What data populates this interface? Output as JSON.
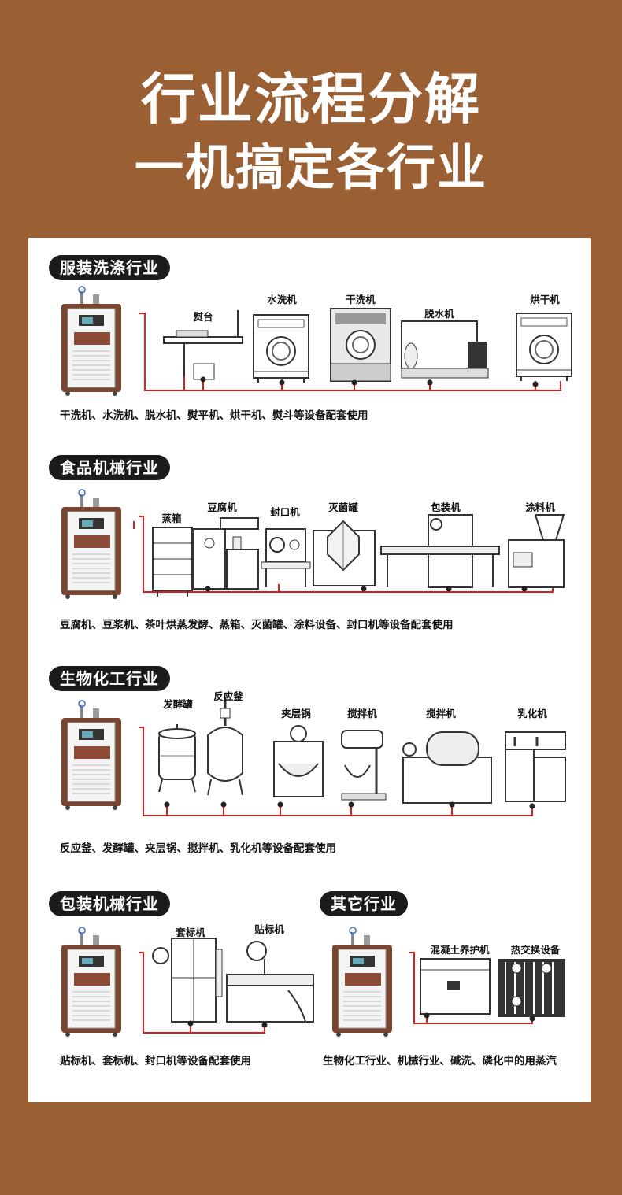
{
  "header": {
    "title": "行业流程分解",
    "subtitle": "一机搞定各行业"
  },
  "sections": {
    "laundry": {
      "title": "服装洗涤行业",
      "machines": [
        "熨台",
        "水洗机",
        "干洗机",
        "脱水机",
        "烘干机"
      ],
      "note": "干洗机、水洗机、脱水机、熨平机、烘干机、熨斗等设备配套使用"
    },
    "food": {
      "title": "食品机械行业",
      "machines": [
        "蒸箱",
        "豆腐机",
        "封口机",
        "灭菌罐",
        "包装机",
        "涂料机"
      ],
      "note": "豆腐机、豆浆机、茶叶烘蒸发酵、蒸箱、灭菌罐、涂料设备、封口机等设备配套使用"
    },
    "biochem": {
      "title": "生物化工行业",
      "machines": [
        "发酵罐",
        "反应釜",
        "夹层锅",
        "搅拌机",
        "搅拌机",
        "乳化机"
      ],
      "note": "反应釜、发酵罐、夹层锅、搅拌机、乳化机等设备配套使用"
    },
    "packaging": {
      "title": "包装机械行业",
      "machines": [
        "套标机",
        "贴标机"
      ],
      "note": "贴标机、套标机、封口机等设备配套使用"
    },
    "other": {
      "title": "其它行业",
      "machines": [
        "混凝土养护机",
        "热交换设备"
      ],
      "note": "生物化工行业、机械行业、碱洗、磷化中的用蒸汽"
    }
  },
  "colors": {
    "background": "#9a5f32",
    "panel": "#ffffff",
    "pill": "#1b1b1b",
    "pipe": "#d42020",
    "boiler_body": "#7b4631"
  }
}
